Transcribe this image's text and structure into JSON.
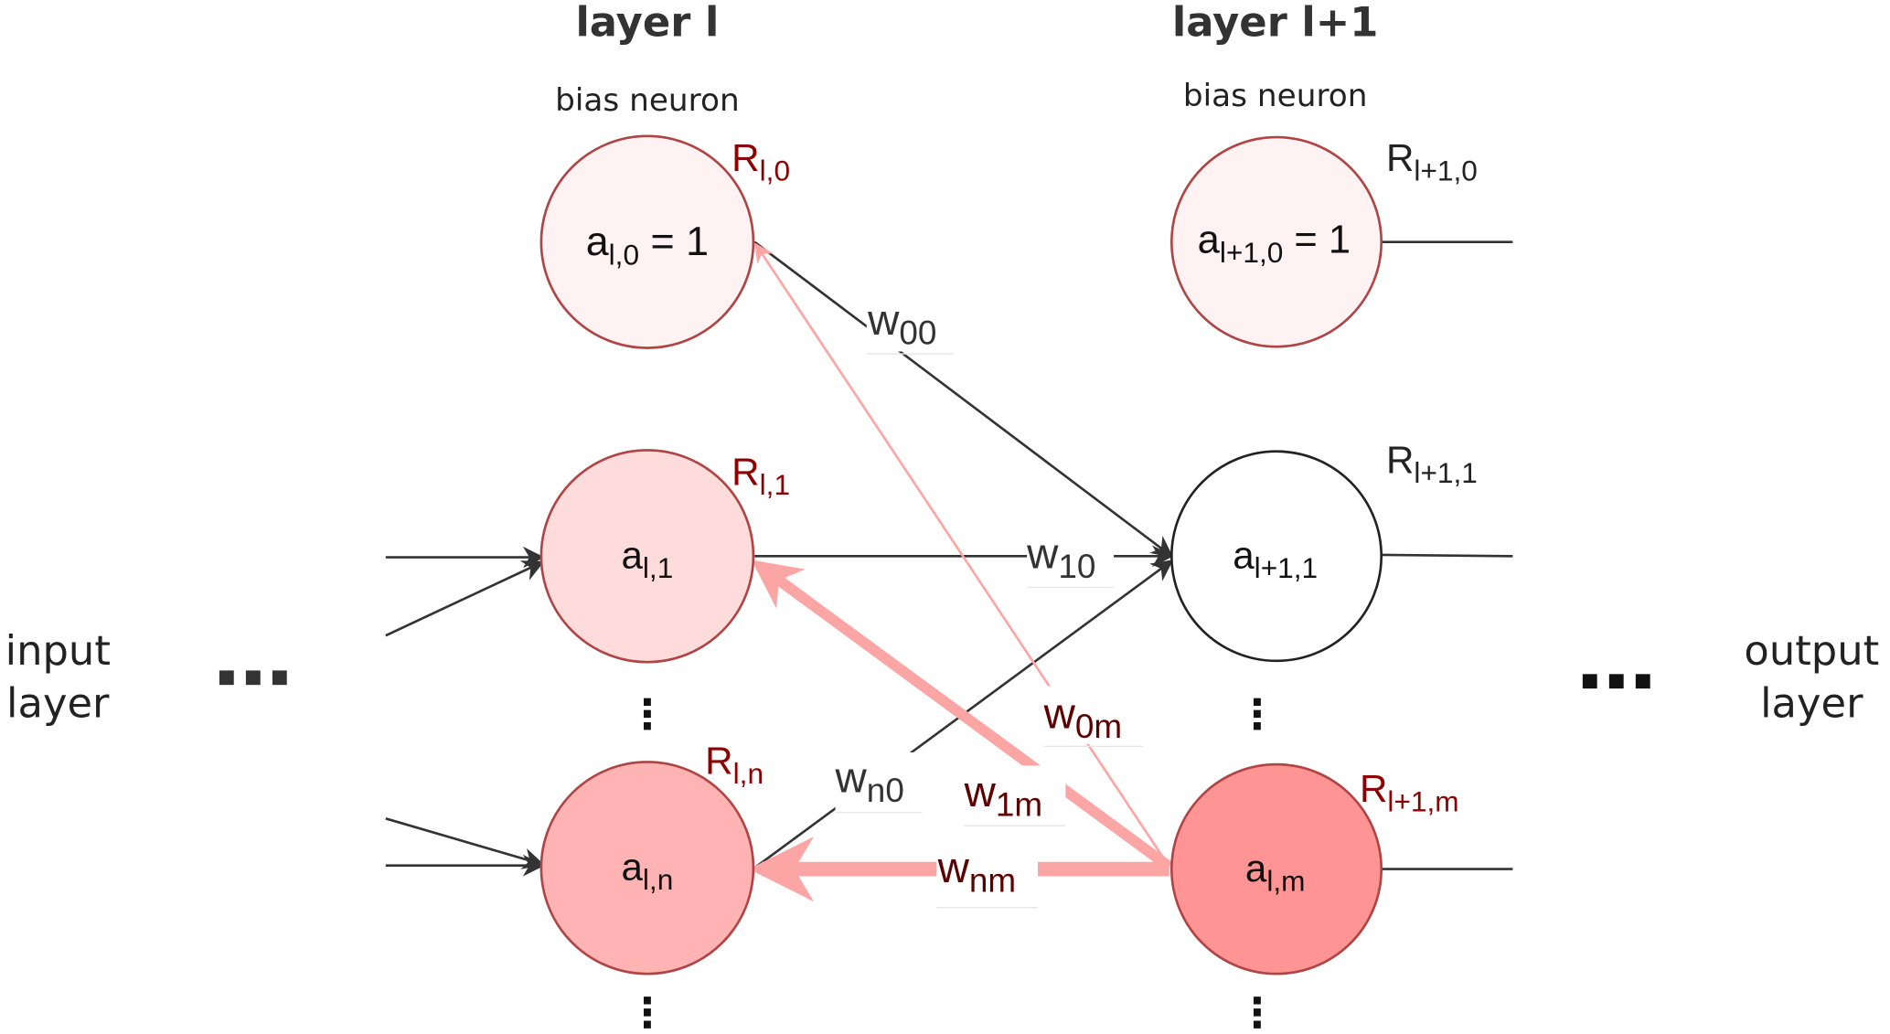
{
  "titles": {
    "layer_l": "layer l",
    "layer_l1": "layer l+1"
  },
  "bias_label": "bias neuron",
  "side": {
    "input_1": "input",
    "input_2": "layer",
    "output_1": "output",
    "output_2": "layer",
    "ellipsis": "..."
  },
  "neurons": {
    "l0": {
      "a": "a",
      "sub": "l,0",
      "suffix": " = 1",
      "R": "R",
      "Rsub": "l,0"
    },
    "l1": {
      "a": "a",
      "sub": "l,1",
      "R": "R",
      "Rsub": "l,1"
    },
    "ln": {
      "a": "a",
      "sub": "l,n",
      "R": "R",
      "Rsub": "l,n"
    },
    "k0": {
      "a": "a",
      "sub": "l+1,0",
      "suffix": " = 1",
      "R": "R",
      "Rsub": "l+1,0"
    },
    "k1": {
      "a": "a",
      "sub": "l+1,1",
      "R": "R",
      "Rsub": "l+1,1"
    },
    "km": {
      "a": "a",
      "sub": "l,m",
      "R": "R",
      "Rsub": "l+1,m"
    }
  },
  "weights": {
    "w00": {
      "w": "w",
      "sub": "00"
    },
    "w10": {
      "w": "w",
      "sub": "10"
    },
    "wn0": {
      "w": "w",
      "sub": "n0"
    },
    "w0m": {
      "w": "w",
      "sub": "0m"
    },
    "w1m": {
      "w": "w",
      "sub": "1m"
    },
    "wnm": {
      "w": "w",
      "sub": "nm"
    }
  },
  "vdots": "⋮",
  "colors": {
    "relevance": "#8b0000",
    "relevance_weight": "#5c0000",
    "flow": "#fca5a5",
    "edge": "#333333"
  }
}
